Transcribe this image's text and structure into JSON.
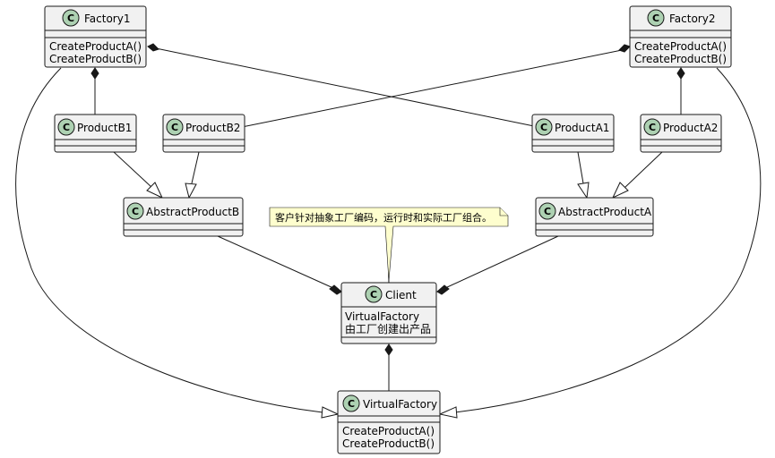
{
  "diagram": {
    "stereotype_letter": "C",
    "stereotype_color": "#add1b2",
    "classes": {
      "factory1": {
        "name": "Factory1",
        "members": [
          "CreateProductA()",
          "CreateProductB()"
        ]
      },
      "factory2": {
        "name": "Factory2",
        "members": [
          "CreateProductA()",
          "CreateProductB()"
        ]
      },
      "productb1": {
        "name": "ProductB1",
        "members": []
      },
      "productb2": {
        "name": "ProductB2",
        "members": []
      },
      "producta1": {
        "name": "ProductA1",
        "members": []
      },
      "producta2": {
        "name": "ProductA2",
        "members": []
      },
      "abstractproductb": {
        "name": "AbstractProductB",
        "members": []
      },
      "abstractproducta": {
        "name": "AbstractProductA",
        "members": []
      },
      "client": {
        "name": "Client",
        "members": [
          "VirtualFactory",
          "由工厂创建出产品"
        ]
      },
      "virtualfactory": {
        "name": "VirtualFactory",
        "members": [
          "CreateProductA()",
          "CreateProductB()"
        ]
      }
    },
    "note": "客户针对抽象工厂编码，运行时和实际工厂组合。"
  }
}
